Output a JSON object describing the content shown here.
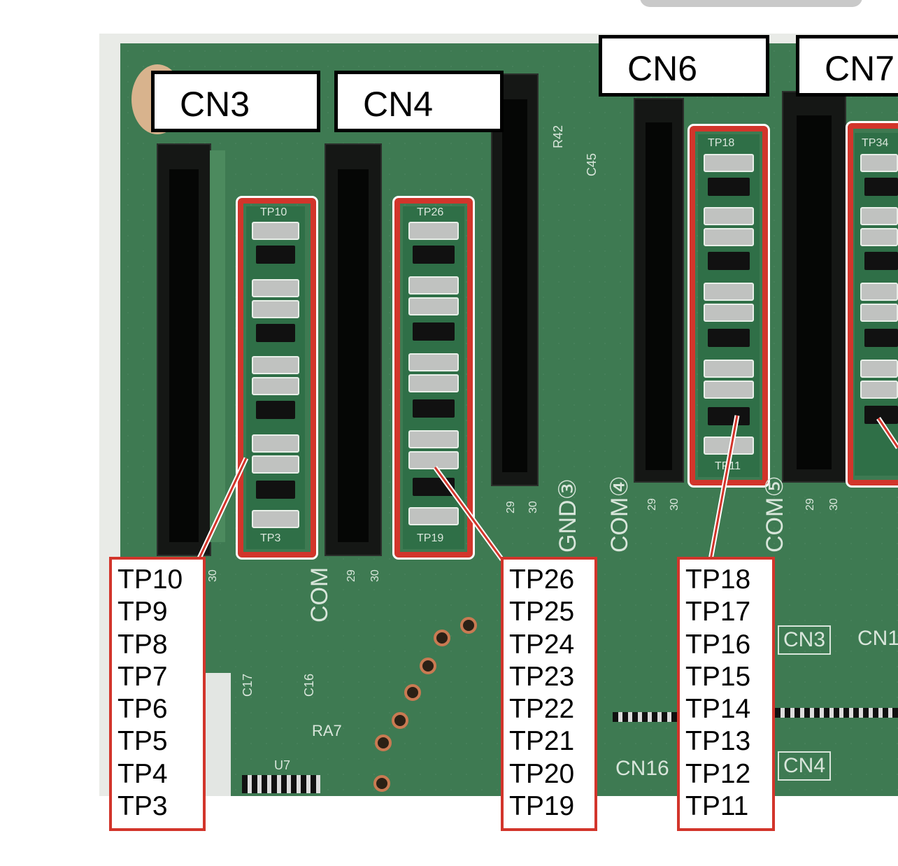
{
  "connectors": [
    {
      "id": "cn3",
      "label": "CN3"
    },
    {
      "id": "cn4",
      "label": "CN4"
    },
    {
      "id": "cn6",
      "label": "CN6"
    },
    {
      "id": "cn7",
      "label": "CN7"
    }
  ],
  "callouts": {
    "group1": [
      "TP10",
      "TP9",
      "TP8",
      "TP7",
      "TP6",
      "TP5",
      "TP4",
      "TP3"
    ],
    "group2": [
      "TP26",
      "TP25",
      "TP24",
      "TP23",
      "TP22",
      "TP21",
      "TP20",
      "TP19"
    ],
    "group3": [
      "TP18",
      "TP17",
      "TP16",
      "TP15",
      "TP14",
      "TP13",
      "TP12",
      "TP11"
    ]
  },
  "silkscreen": {
    "strip1_top": "TP10",
    "strip1_bottom": "TP3",
    "strip2_top": "TP26",
    "strip2_bottom": "TP19",
    "strip3_top": "TP18",
    "strip3_bottom": "TP11",
    "strip4_top": "TP34",
    "gnd3": "GND③",
    "com4": "COM④",
    "com5": "COM⑤",
    "com_left": "COM",
    "r42": "R42",
    "c45": "C45",
    "c17": "C17",
    "c16": "C16",
    "ra7": "RA7",
    "u7": "U7",
    "cn16": "CN16",
    "cn3_small": "CN3",
    "cn4_small": "CN4",
    "cn1_small": "CN1",
    "pin29": "29",
    "pin30": "30"
  },
  "colors": {
    "callout_red": "#d2352b",
    "board_green": "#3e7a52",
    "label_border": "#000000"
  }
}
